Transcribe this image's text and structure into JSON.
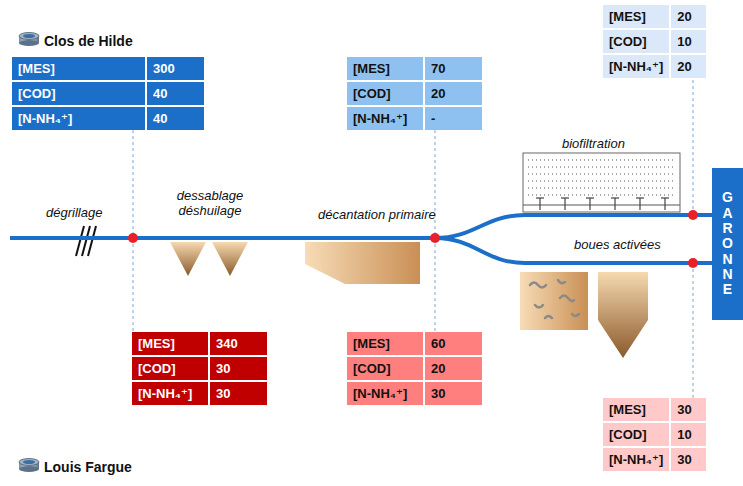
{
  "diagram": {
    "nodes": [
      {
        "text": [
          "[MES]",
          "300",
          "[COD]",
          "40",
          "[N-NH₄⁺]",
          "40"
        ]
      },
      {
        "text": [
          "[MES]",
          "70",
          "[COD]",
          "20",
          "[N-NH₄⁺]",
          "-"
        ]
      },
      {
        "text": [
          "[MES]",
          "20",
          "[COD]",
          "10",
          "[N-NH₄⁺]",
          "20"
        ]
      },
      {
        "text": [
          "GARONNE"
        ]
      },
      {
        "text": [
          "[MES]",
          "340",
          "[COD]",
          "30",
          "[N-NH₄⁺]",
          "30"
        ]
      },
      {
        "text": [
          "[MES]",
          "60",
          "[COD]",
          "20",
          "[N-NH₄⁺]",
          "30"
        ]
      },
      {
        "text": [
          "[MES]",
          "30",
          "[COD]",
          "10",
          "[N-NH₄⁺]",
          "30"
        ]
      }
    ],
    "labels": [
      "Clos de Hilde",
      "Louis Fargue",
      "dégrillage",
      "dessablage déshuilage",
      "décantation primaire",
      "biofiltration",
      "boues activées"
    ]
  }
}
